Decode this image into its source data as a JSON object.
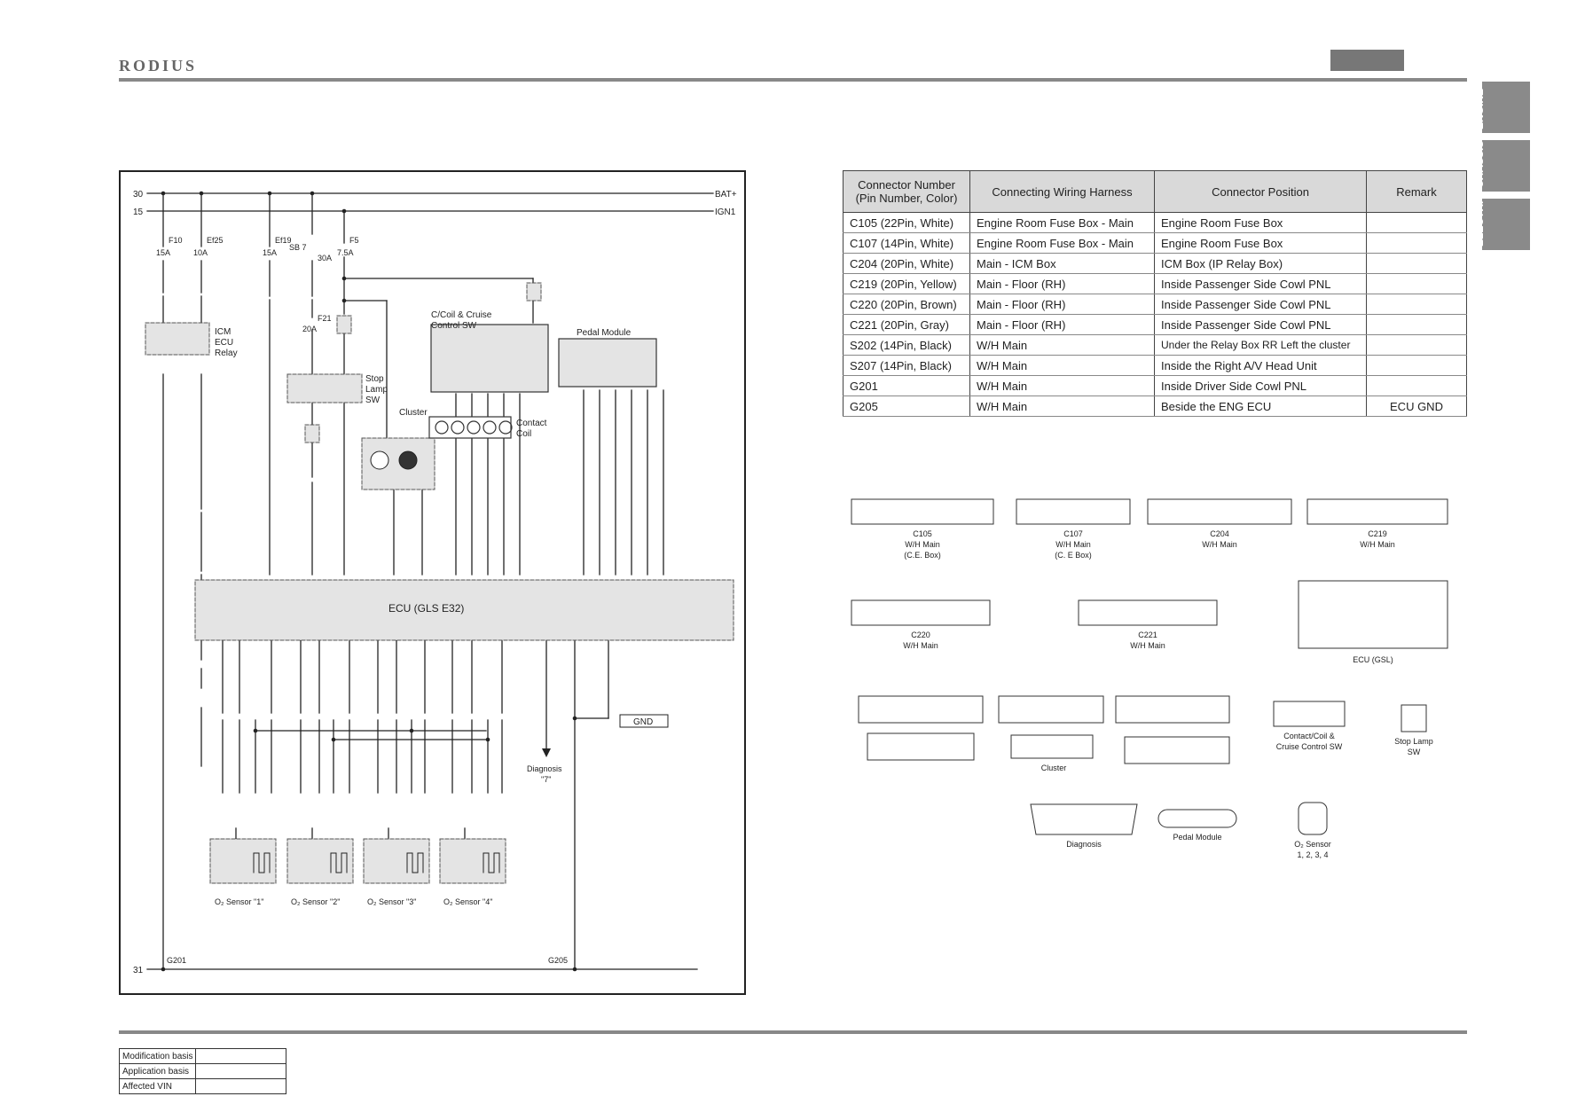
{
  "header": {
    "brand": "RODIUS"
  },
  "side_tabs": [
    "ENGINE",
    "CHASSIS",
    "ELECTRI C"
  ],
  "connector_table": {
    "headers": [
      "Connector Number (Pin Number, Color)",
      "Connecting Wiring Harness",
      "Connector Position",
      "Remark"
    ],
    "rows": [
      [
        "C105 (22Pin, White)",
        "Engine Room Fuse Box - Main",
        "Engine Room Fuse Box",
        ""
      ],
      [
        "C107 (14Pin, White)",
        "Engine Room Fuse Box - Main",
        "Engine Room Fuse Box",
        ""
      ],
      [
        "C204 (20Pin, White)",
        "Main - ICM Box",
        "ICM Box (IP Relay Box)",
        ""
      ],
      [
        "C219 (20Pin, Yellow)",
        "Main - Floor (RH)",
        "Inside Passenger Side Cowl PNL",
        ""
      ],
      [
        "C220 (20Pin, Brown)",
        "Main - Floor (RH)",
        "Inside Passenger Side Cowl PNL",
        ""
      ],
      [
        "C221 (20Pin, Gray)",
        "Main - Floor (RH)",
        "Inside Passenger Side Cowl PNL",
        ""
      ],
      [
        "S202 (14Pin, Black)",
        "W/H Main",
        "Under the Relay Box RR Left the cluster",
        ""
      ],
      [
        "S207 (14Pin, Black)",
        "W/H Main",
        "Inside the Right A/V Head Unit",
        ""
      ],
      [
        "G201",
        "W/H Main",
        "Inside Driver Side Cowl PNL",
        ""
      ],
      [
        "G205",
        "W/H Main",
        "Beside the ENG ECU",
        "ECU GND"
      ]
    ]
  },
  "wiring": {
    "rails": [
      "30",
      "15",
      "31",
      "BAT+",
      "IGN1",
      "GND"
    ],
    "fuses": [
      "F10",
      "15A",
      "Ef25",
      "10A",
      "Ef19",
      "15A",
      "SB 7",
      "30A",
      "F5",
      "7.5A",
      "F21",
      "20A"
    ],
    "ecu_label": "ECU (GLS E32)",
    "relay_label": [
      "ICM",
      "ECU",
      "Relay"
    ],
    "stop_lamp": [
      "Stop",
      "Lamp",
      "SW"
    ],
    "cruise_label": [
      "C/Coil & Cruise",
      "Control SW"
    ],
    "pedal_label": "Pedal Module",
    "cluster_label": "Cluster",
    "contact_coil": [
      "Contact",
      "Coil"
    ],
    "o2_sensors": [
      "O₂ Sensor \"1\"",
      "O₂ Sensor \"2\"",
      "O₂ Sensor \"3\"",
      "O₂ Sensor \"4\""
    ],
    "diagnosis": [
      "Diagnosis",
      "\"7\""
    ],
    "grounds": [
      "G201",
      "G205"
    ]
  },
  "connector_views": {
    "labels": [
      "C105",
      "W/H Main",
      "(C.E. Box)",
      "C107",
      "W/H Main",
      "(C. E Box)",
      "C204",
      "W/H Main",
      "C219",
      "W/H Main",
      "C220",
      "W/H Main",
      "C221",
      "W/H Main",
      "ECU (GSL)",
      "Cluster",
      "Contact/Coil &",
      "Cruise Control SW",
      "Stop Lamp",
      "SW",
      "Diagnosis",
      "Pedal Module",
      "O₂ Sensor",
      "1, 2, 3, 4"
    ]
  },
  "footer": {
    "rows": [
      "Modification basis",
      "Application basis",
      "Affected VIN"
    ]
  }
}
